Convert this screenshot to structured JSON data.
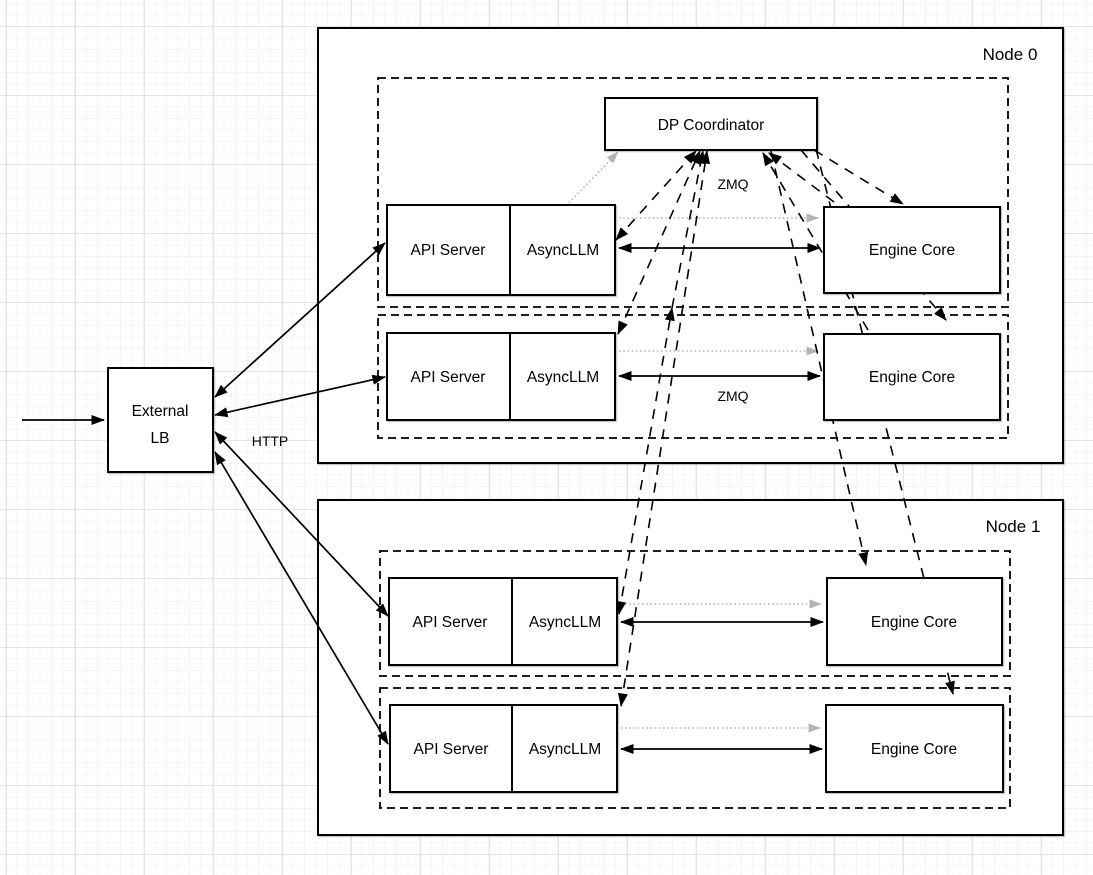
{
  "nodes": {
    "node0_title": "Node 0",
    "node1_title": "Node 1"
  },
  "external_lb": {
    "line1": "External",
    "line2": "LB"
  },
  "coordinator": {
    "label": "DP Coordinator"
  },
  "boxes": {
    "api_server": "API Server",
    "asyncllm": "AsyncLLM",
    "engine_core": "Engine Core"
  },
  "labels": {
    "http": "HTTP",
    "zmq": "ZMQ"
  },
  "colors": {
    "line": "#000000",
    "dotted_link": "#b3b3b3",
    "box_border": "#000000",
    "box_fill": "#ffffff",
    "grid": "#ededed"
  }
}
